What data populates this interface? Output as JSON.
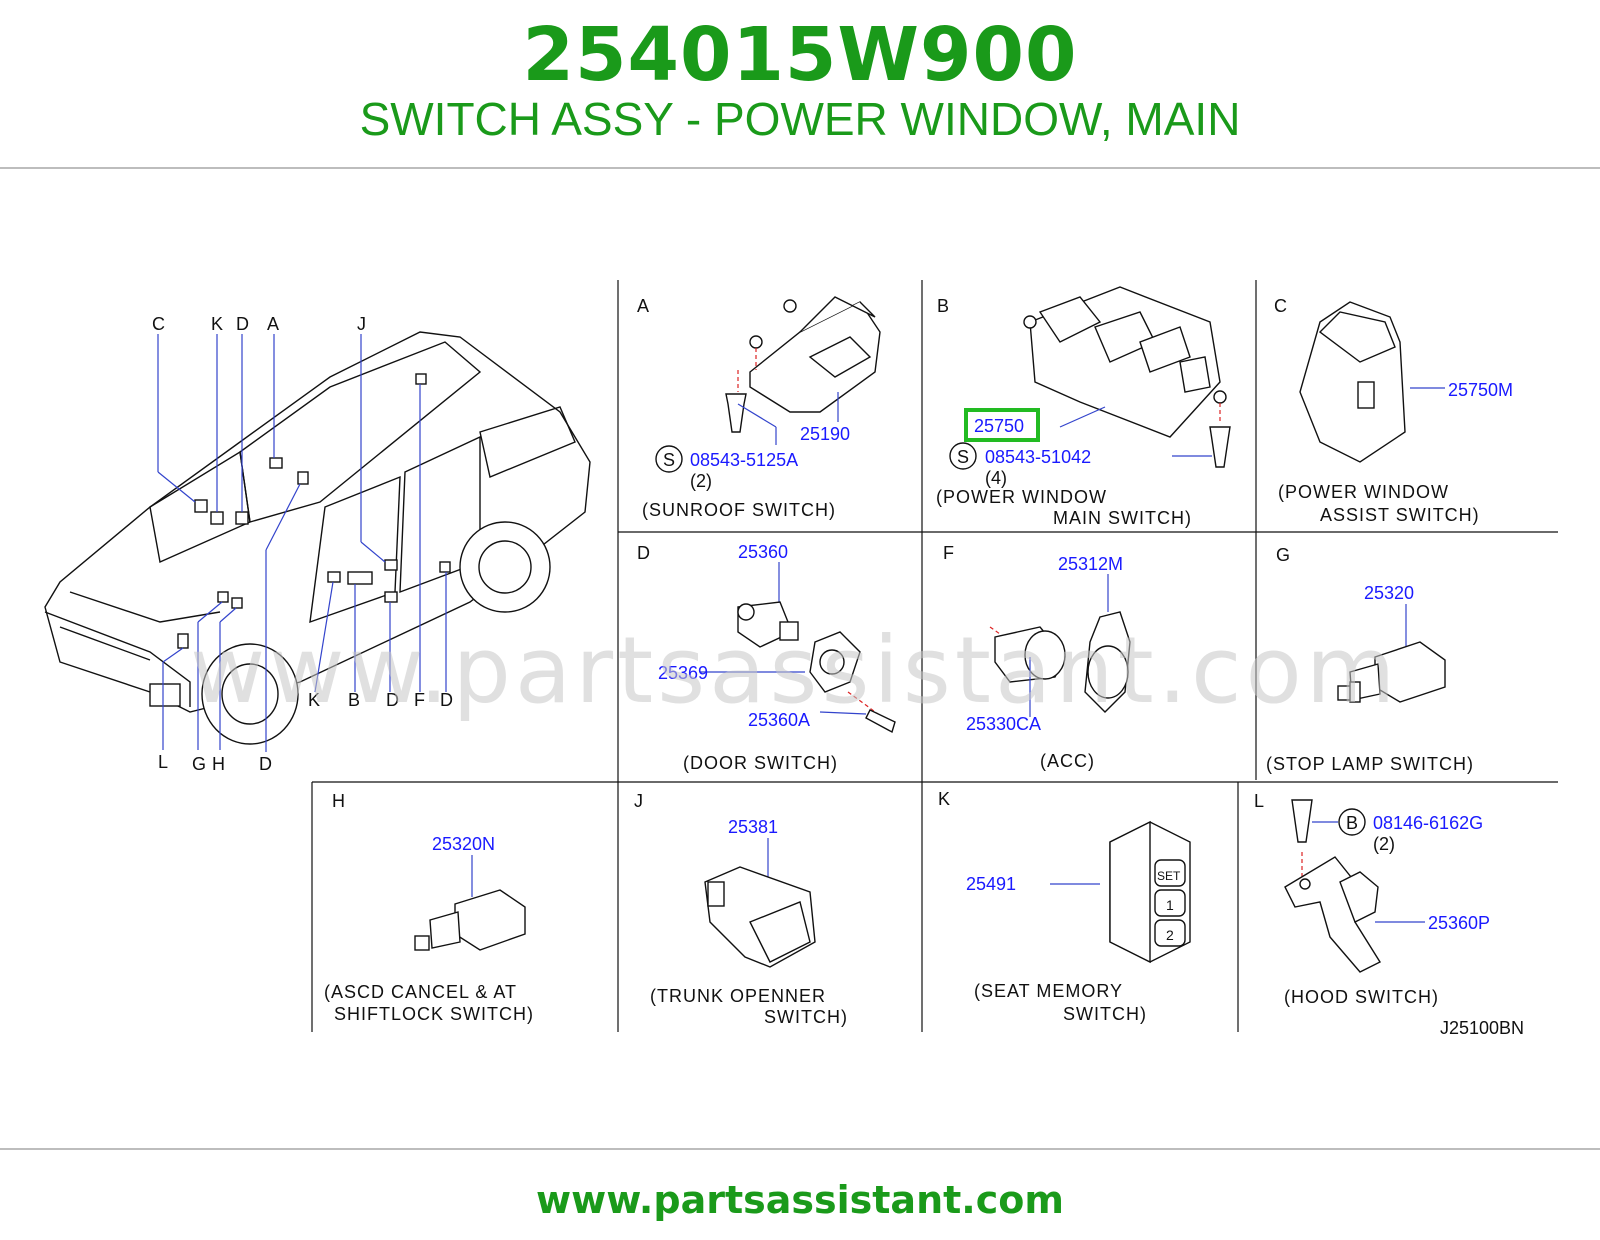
{
  "header": {
    "part_number": "254015W900",
    "description": "SWITCH ASSY - POWER WINDOW, MAIN"
  },
  "overview": {
    "top_labels": [
      "C",
      "K",
      "D",
      "A",
      "J"
    ],
    "bottom_labels": [
      "K",
      "B",
      "D",
      "F",
      "D",
      "L",
      "G",
      "H",
      "D"
    ]
  },
  "panels": {
    "A": {
      "letter": "A",
      "part1": "25190",
      "bolt": "08543-5125A",
      "bolt_qty": "(2)",
      "circle": "S",
      "caption": "(SUNROOF SWITCH)"
    },
    "B": {
      "letter": "B",
      "part1": "25750",
      "bolt": "08543-51042",
      "bolt_qty": "(4)",
      "circle": "S",
      "caption1": "(POWER WINDOW",
      "caption2": "MAIN SWITCH)"
    },
    "C": {
      "letter": "C",
      "part1": "25750M",
      "caption1": "(POWER WINDOW",
      "caption2": "ASSIST SWITCH)"
    },
    "D": {
      "letter": "D",
      "part1": "25360",
      "part2": "25369",
      "part3": "25360A",
      "caption": "(DOOR SWITCH)"
    },
    "F": {
      "letter": "F",
      "part1": "25312M",
      "part2": "25330CA",
      "caption": "(ACC)"
    },
    "G": {
      "letter": "G",
      "part1": "25320",
      "caption": "(STOP LAMP SWITCH)"
    },
    "H": {
      "letter": "H",
      "part1": "25320N",
      "caption1": "(ASCD CANCEL & AT",
      "caption2": "SHIFTLOCK SWITCH)"
    },
    "J": {
      "letter": "J",
      "part1": "25381",
      "caption1": "(TRUNK OPENNER",
      "caption2": "SWITCH)"
    },
    "K": {
      "letter": "K",
      "part1": "25491",
      "caption1": "(SEAT MEMORY",
      "caption2": "SWITCH)",
      "btn1": "SET",
      "btn2": "1",
      "btn3": "2"
    },
    "L": {
      "letter": "L",
      "part1": "25360P",
      "bolt": "08146-6162G",
      "bolt_qty": "(2)",
      "circle": "B",
      "caption": "(HOOD SWITCH)"
    }
  },
  "diagram_code": "J25100BN",
  "watermark": "www.partsassistant.com",
  "footer": {
    "url": "www.partsassistant.com"
  },
  "colors": {
    "brand_green": "#1a9a1a",
    "part_blue": "#1a1aff",
    "highlight_green": "#22bb22"
  }
}
